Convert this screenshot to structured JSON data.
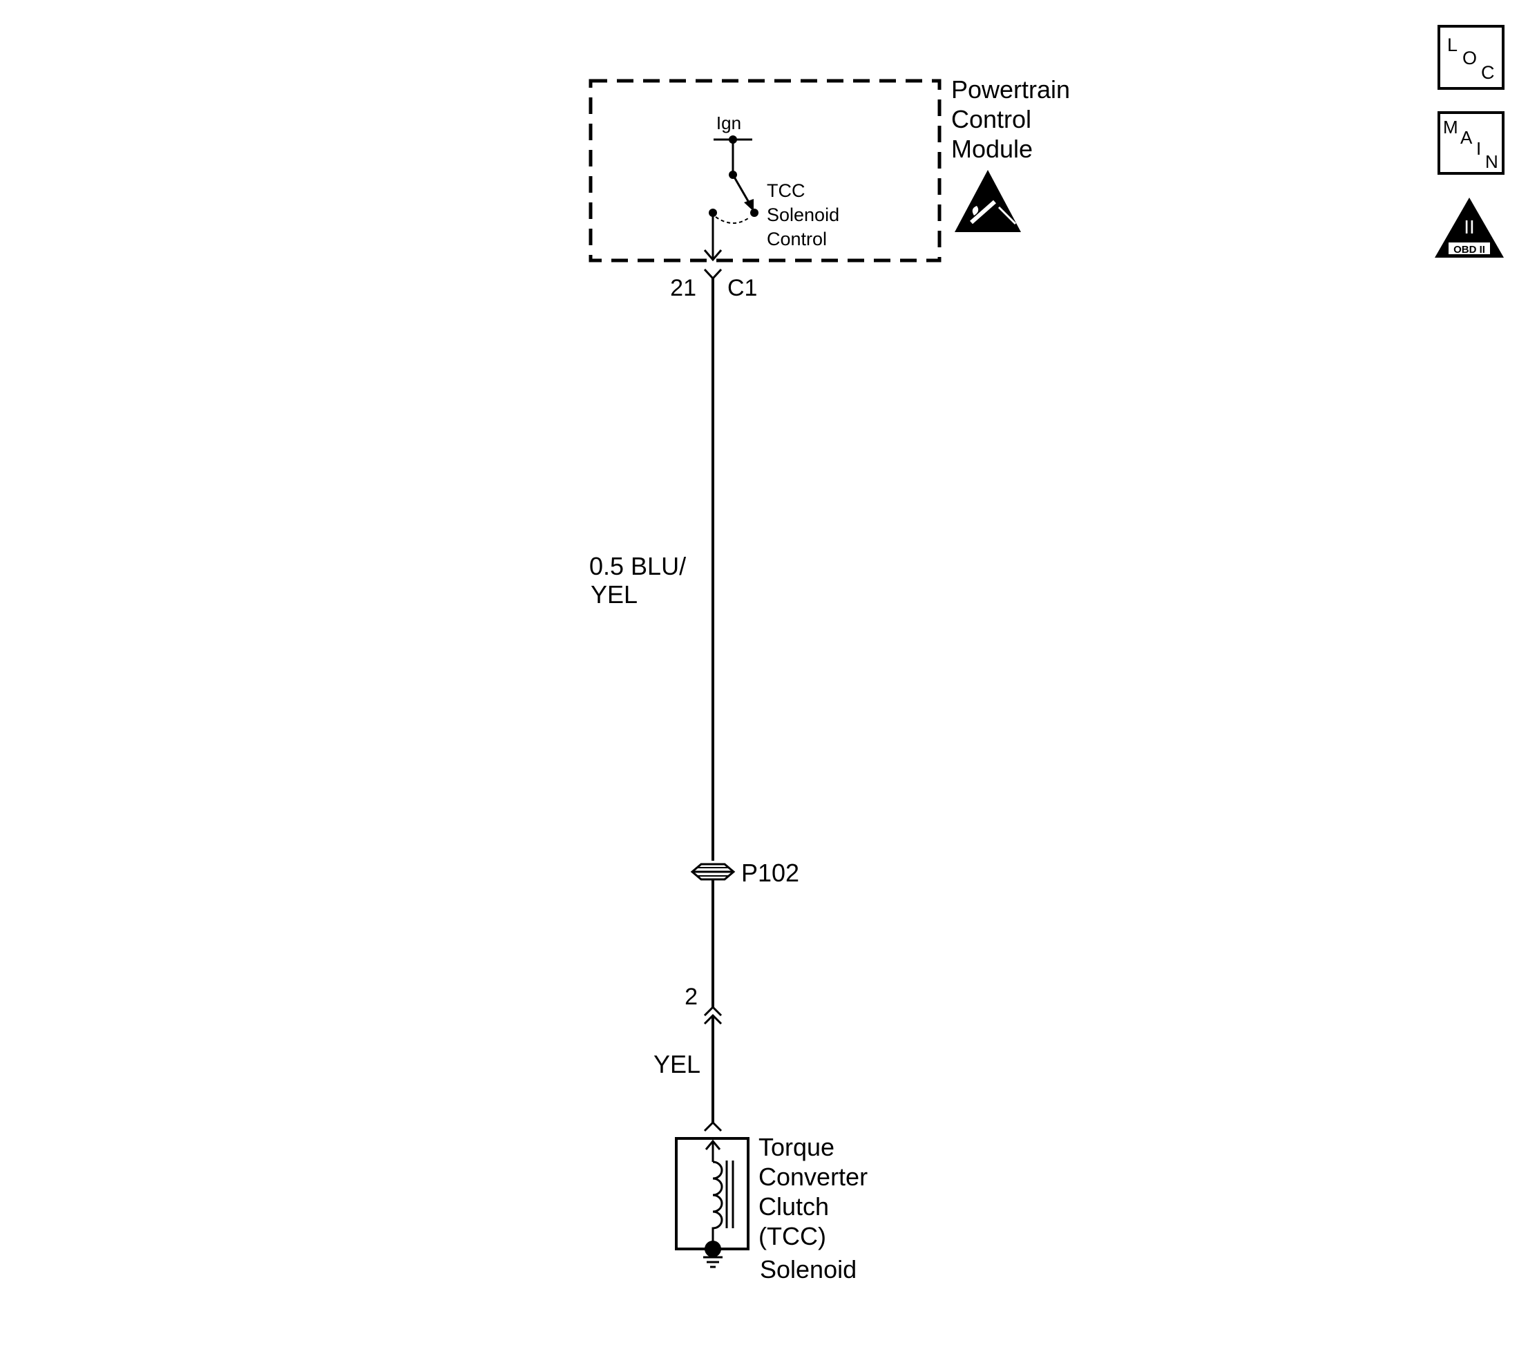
{
  "module": {
    "name_lines": [
      "Powertrain",
      "Control",
      "Module"
    ],
    "ign_label": "Ign",
    "switch_label_lines": [
      "TCC",
      "Solenoid",
      "Control"
    ],
    "esd_icon": "esd-sensitive-icon"
  },
  "connector_c1": {
    "pin": "21",
    "name": "C1"
  },
  "wire_main": {
    "label_lines": [
      "0.5 BLU/",
      "YEL"
    ]
  },
  "splice": {
    "name": "P102"
  },
  "connector_solenoid": {
    "pin": "2"
  },
  "wire_solenoid": {
    "label": "YEL"
  },
  "solenoid": {
    "name_lines": [
      "Torque",
      "Converter",
      "Clutch",
      "(TCC)",
      "Solenoid"
    ]
  },
  "side_icons": {
    "loc": {
      "letters": [
        "L",
        "O",
        "C"
      ]
    },
    "main": {
      "letters": [
        "M",
        "A",
        "I",
        "N"
      ]
    },
    "obd": {
      "numeral": "II",
      "label": "OBD II"
    }
  }
}
